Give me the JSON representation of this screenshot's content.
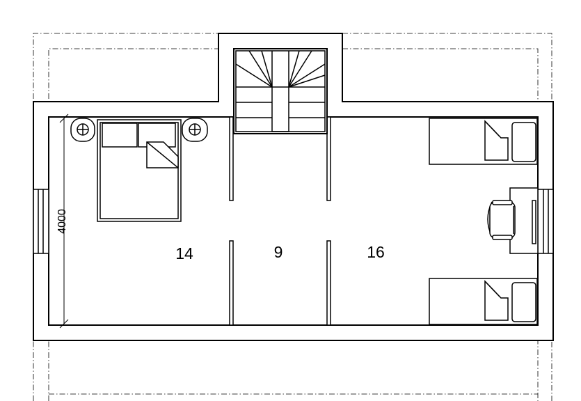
{
  "plan": {
    "rooms": [
      {
        "id": "left",
        "area": "14"
      },
      {
        "id": "hall",
        "area": "9"
      },
      {
        "id": "right",
        "area": "16"
      }
    ],
    "dimension": "4000",
    "furniture": [
      "double-bed",
      "nightstand-lamp-left",
      "nightstand-lamp-right",
      "staircase",
      "single-bed-top",
      "single-bed-bottom",
      "desk",
      "office-chair",
      "window-left",
      "window-right"
    ]
  }
}
